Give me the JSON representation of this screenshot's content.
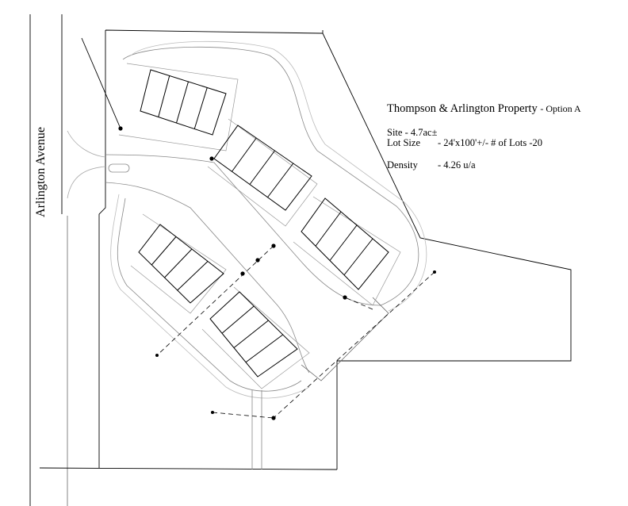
{
  "street_label": "Arlington Avenue",
  "legend": {
    "title": "Thompson & Arlington Property",
    "option": "- Option A",
    "site_label": "Site - 4.7ac±",
    "lot_size_label": "Lot Size",
    "lot_size_value": "- 24'x100'+/- # of Lots -20",
    "density_label": "Density",
    "density_value": "- 4.26 u/a"
  }
}
